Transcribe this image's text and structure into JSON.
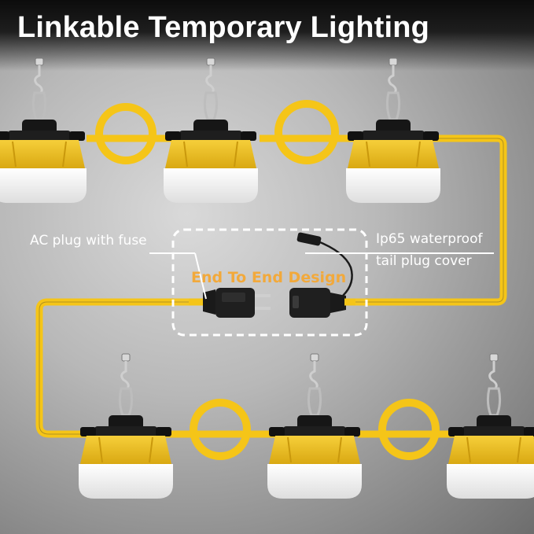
{
  "heading": "Linkable Temporary Lighting",
  "callouts": {
    "left": "AC plug with fuse",
    "right_line1": "Ip65 waterproof",
    "right_line2": "tail plug cover",
    "center": "End To End Design"
  },
  "colors": {
    "cord": "#f5c518",
    "lamp_housing": "#f3c22a",
    "diffuser": "#f4f4f2",
    "callout_text": "#f2a93b",
    "connector": "#1c1c1c"
  }
}
